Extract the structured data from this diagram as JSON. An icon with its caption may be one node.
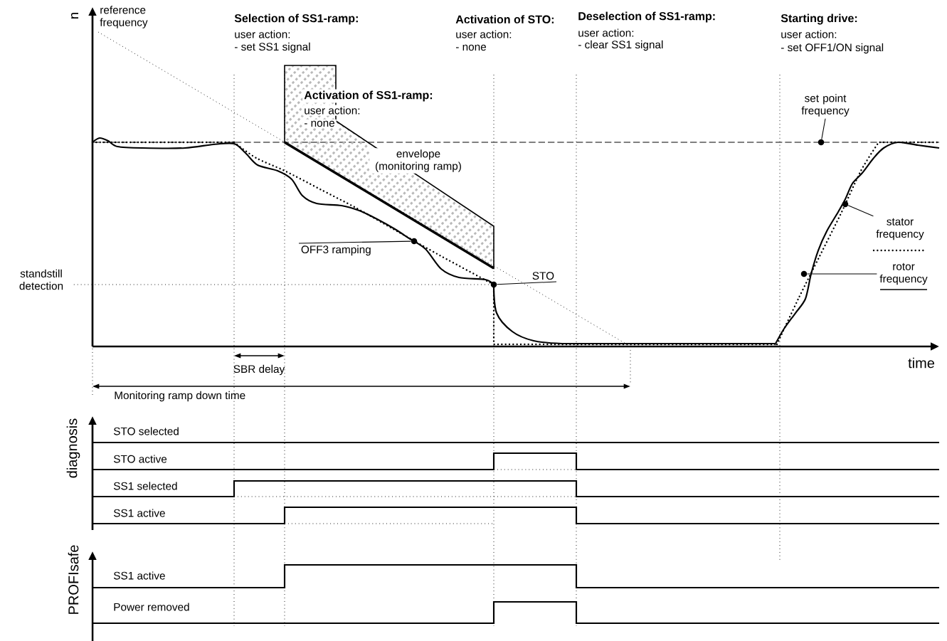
{
  "diagram": {
    "nodes": [
      {
        "text": [
          "set point frequency"
        ]
      },
      {
        "text": [
          "OFF3 ramping"
        ]
      },
      {
        "text": [
          "STO"
        ]
      },
      {
        "text": [
          "stator frequency"
        ]
      },
      {
        "text": [
          "rotor frequency"
        ]
      },
      {
        "text": [],
        "shape": "circle"
      },
      {
        "text": [],
        "shape": "circle"
      },
      {
        "text": [],
        "shape": "circle"
      },
      {
        "text": [],
        "shape": "circle"
      },
      {
        "text": [],
        "shape": "circle"
      }
    ],
    "edges": [
      {
        "from": 0,
        "to": 5,
        "arrow": "none"
      },
      {
        "from": 1,
        "to": 6,
        "arrow": "none"
      },
      {
        "from": 2,
        "to": 7,
        "arrow": "none"
      },
      {
        "from": 3,
        "to": 8,
        "arrow": "none"
      },
      {
        "from": 4,
        "to": 9,
        "arrow": "none"
      }
    ],
    "labels": [
      "n",
      "reference frequency",
      "Selection of SS1-ramp:",
      "user action:",
      "- set SS1 signal",
      "Activation of STO:",
      "user action:",
      "- none",
      "Deselection of SS1-ramp:",
      "user action:",
      "- clear SS1 signal",
      "Starting drive:",
      "user action:",
      "- set OFF1/ON signal",
      "Activation of SS1-ramp:",
      "user action:",
      "- none",
      "envelope (monitoring ramp)",
      "standstill detection",
      "time",
      "SBR delay",
      "Monitoring ramp down time",
      "diagnosis",
      "STO selected",
      "STO active",
      "SS1 selected",
      "SS1 active",
      "PROFIsafe",
      "SS1 active",
      "Power removed"
    ]
  }
}
